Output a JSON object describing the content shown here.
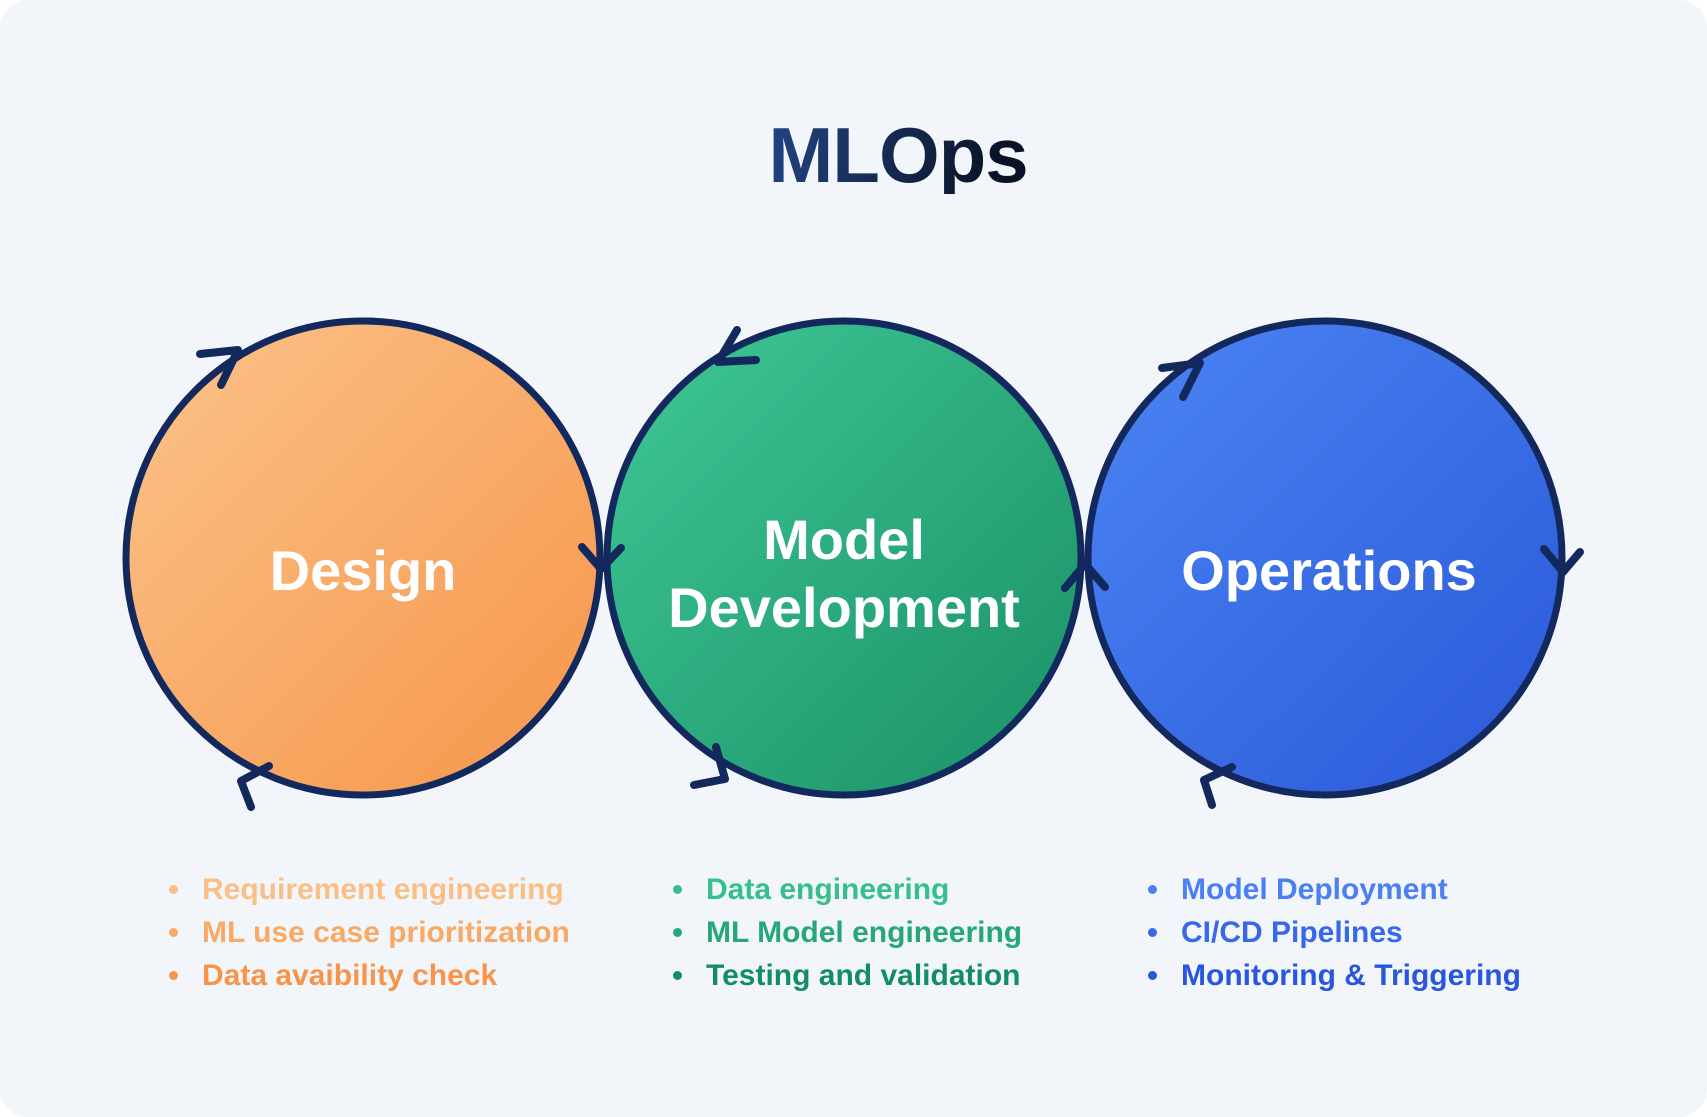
{
  "title": "MLOps",
  "title_colors": [
    "#234585",
    "#0A1426"
  ],
  "canvas_background": "#F2F6FB",
  "ink_color": "#13295E",
  "stages": [
    {
      "label": "Design",
      "label_lines": [
        "Design"
      ],
      "color_light": "#FBC38A",
      "color_dark": "#F69549",
      "item_colors": [
        "#FBBE85",
        "#F9A963",
        "#F89449"
      ],
      "items": [
        "Requirement engineering",
        "ML use case prioritization",
        "Data avaibility check"
      ]
    },
    {
      "label": "Model Development",
      "label_lines": [
        "Model",
        "Development"
      ],
      "color_light": "#40C897",
      "color_dark": "#199065",
      "item_colors": [
        "#34BF8B",
        "#25A876",
        "#128E60"
      ],
      "items": [
        "Data engineering",
        "ML Model engineering",
        "Testing and validation"
      ]
    },
    {
      "label": "Operations",
      "label_lines": [
        "Operations"
      ],
      "color_light": "#4C85F4",
      "color_dark": "#2A58D8",
      "item_colors": [
        "#4B7FF2",
        "#3768E9",
        "#2956DE"
      ],
      "items": [
        "Model Deployment",
        "CI/CD Pipelines",
        "Monitoring & Triggering"
      ]
    }
  ]
}
